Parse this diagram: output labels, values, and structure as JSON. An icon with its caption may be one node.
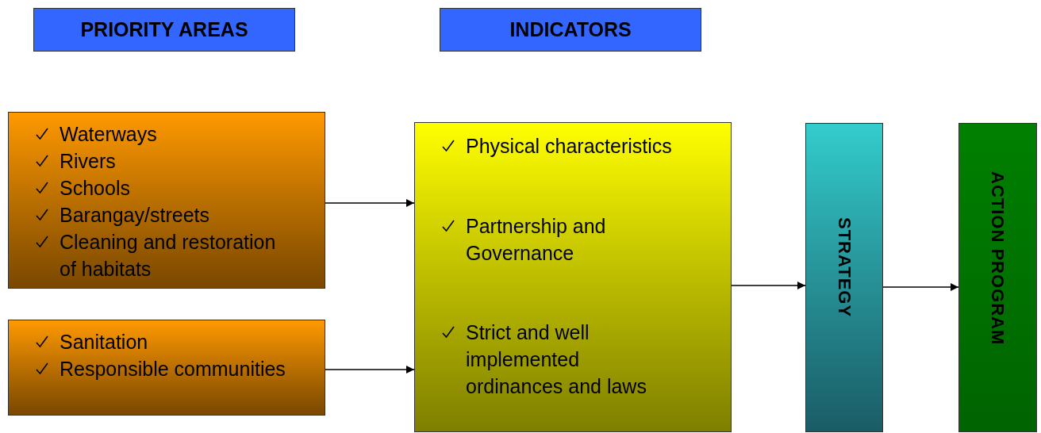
{
  "diagram": {
    "nodes": [
      {
        "text": [
          "PRIORITY AREAS"
        ]
      },
      {
        "text": [
          "INDICATORS"
        ]
      },
      {
        "text": [
          "Waterways",
          "Rivers",
          "Schools",
          "Barangay/streets",
          "Cleaning and restoration of habitats"
        ]
      },
      {
        "text": [
          "Sanitation",
          "Responsible communities"
        ]
      },
      {
        "text": [
          "Physical characteristics",
          "Partnership and Governance",
          "Strict and well implemented ordinances and laws"
        ]
      },
      {
        "text": [
          "STRATEGY"
        ]
      },
      {
        "text": [
          "ACTION PROGRAM"
        ]
      }
    ],
    "edges": [
      {
        "from": 2,
        "to": 4,
        "arrow": "to"
      },
      {
        "from": 3,
        "to": 4,
        "arrow": "to"
      },
      {
        "from": 4,
        "to": 5,
        "arrow": "to"
      },
      {
        "from": 5,
        "to": 6,
        "arrow": "to"
      }
    ]
  }
}
